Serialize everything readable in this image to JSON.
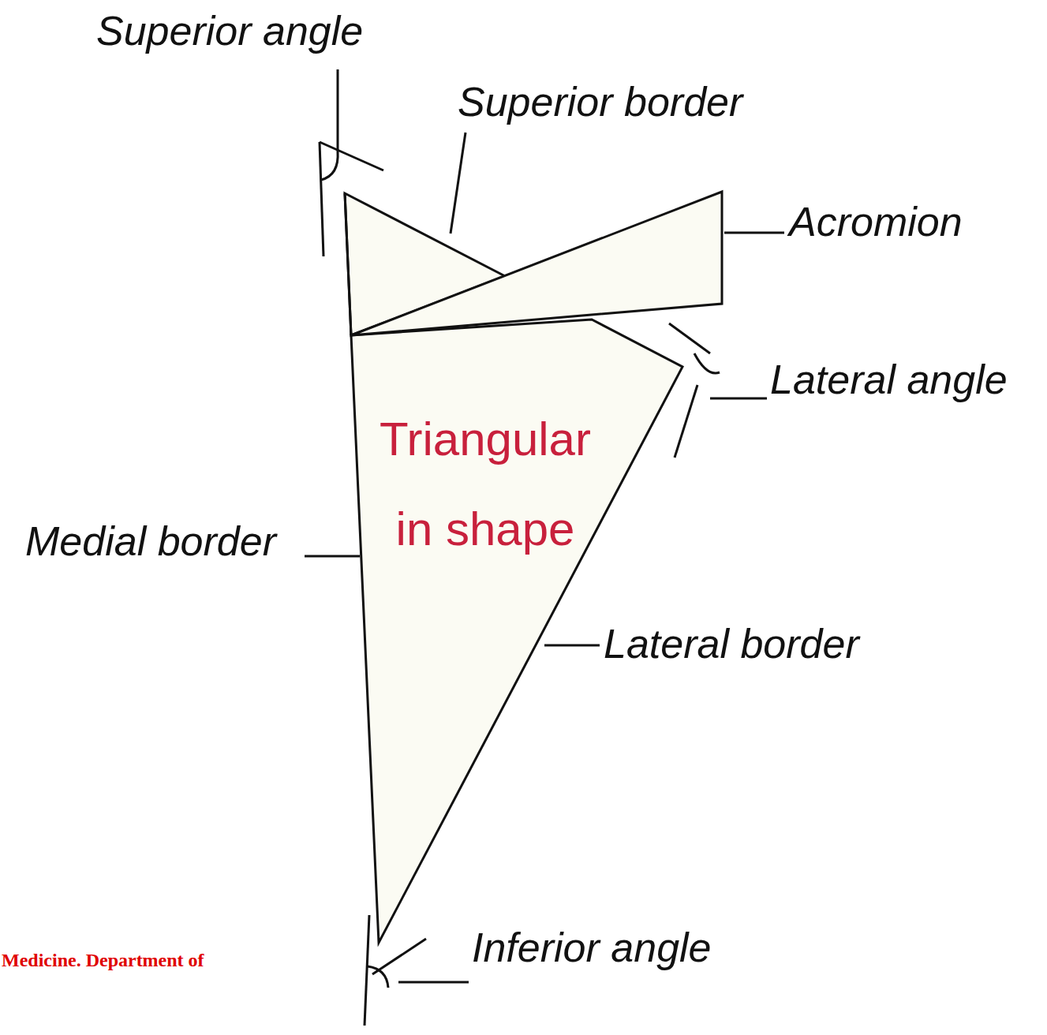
{
  "diagram": {
    "labels": [
      "Superior angle",
      "Superior border",
      "Acromion",
      "Lateral angle",
      "Triangular in shape",
      "Medial border",
      "Lateral border",
      "Inferior angle",
      "Medicine. Department of"
    ]
  }
}
